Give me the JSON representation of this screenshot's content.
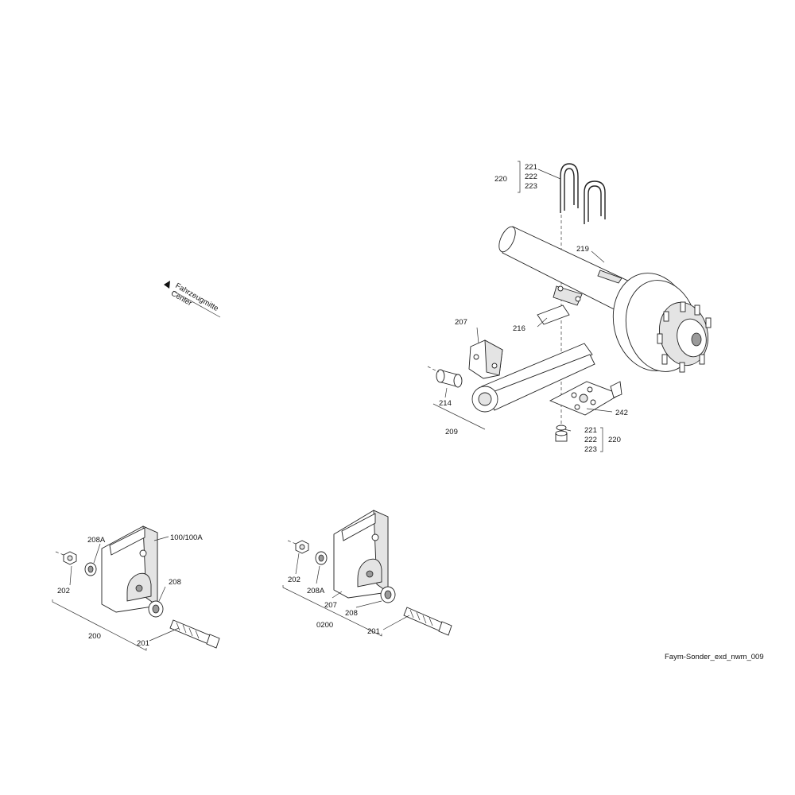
{
  "direction_label": {
    "line1": "Fahrzeugmitte",
    "line2": "Center"
  },
  "axle_group": {
    "ubolt_set_top": {
      "group": "220",
      "items": [
        "221",
        "222",
        "223"
      ]
    },
    "ubolt_set_bottom": {
      "group": "220",
      "items": [
        "221",
        "222",
        "223"
      ]
    },
    "axle_beam": "219",
    "spring_plate": "216",
    "spring_hanger_bracket": "207",
    "bushing": "214",
    "leaf_spring_assembly": "209",
    "bottom_plate": "242"
  },
  "left_bracket_group": {
    "bracket": "100/100A",
    "washer": "208A",
    "nut": "202",
    "flange_nut": "208",
    "assembly": "200",
    "bolt": "201"
  },
  "middle_bracket_group": {
    "nut": "202",
    "washer": "208A",
    "bracket": "207",
    "assembly": "0200",
    "flange_nut": "208",
    "bolt": "201"
  },
  "drawing_id": "Faym-Sonder_exd_nwm_009"
}
